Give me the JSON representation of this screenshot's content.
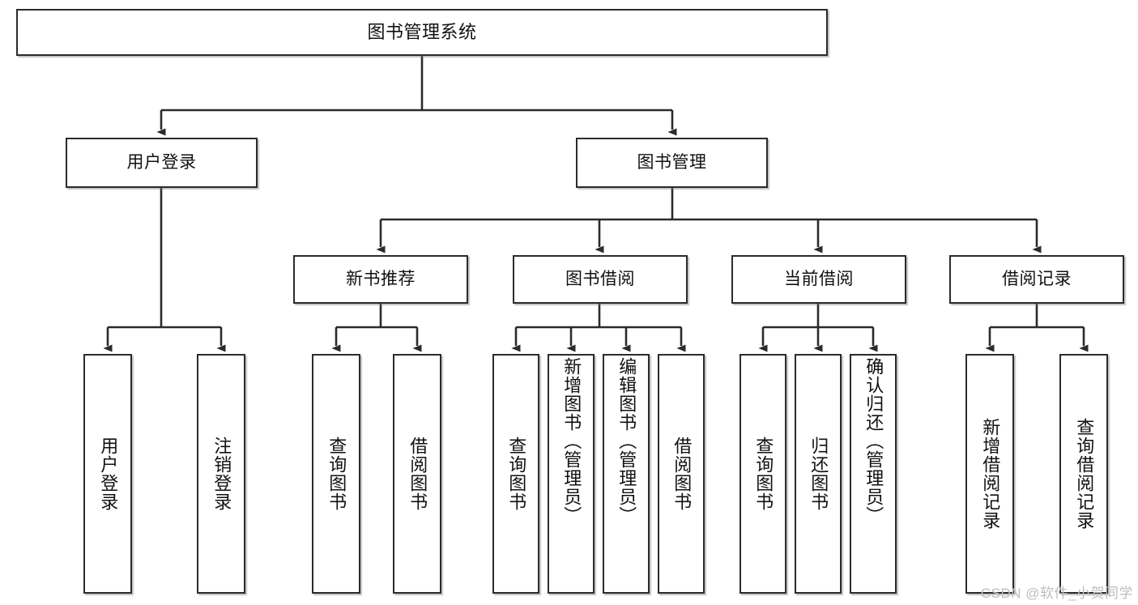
{
  "diagram": {
    "title": "图书管理系统",
    "type": "tree-hierarchy-chart",
    "watermark": "CSDN @软件_小贺同学",
    "colors": {
      "stroke": "#2b2b2b",
      "fill": "#ffffff",
      "text": "#111111",
      "watermark": "#bdbdbd"
    },
    "levels": {
      "root": {
        "label": "图书管理系统"
      },
      "level2": [
        {
          "id": "user-login",
          "label": "用户登录"
        },
        {
          "id": "book-manage",
          "label": "图书管理"
        }
      ],
      "level3": [
        {
          "id": "new-book-recommend",
          "label": "新书推荐"
        },
        {
          "id": "book-borrow",
          "label": "图书借阅"
        },
        {
          "id": "current-borrow",
          "label": "当前借阅"
        },
        {
          "id": "borrow-record",
          "label": "借阅记录"
        }
      ],
      "leaves": {
        "user_login": [
          {
            "id": "leaf-user-login",
            "label": "用户登录"
          },
          {
            "id": "leaf-logout-login",
            "label": "注销登录"
          }
        ],
        "new_book_recommend": [
          {
            "id": "leaf-query-book-1",
            "label": "查询图书"
          },
          {
            "id": "leaf-borrow-book-1",
            "label": "借阅图书"
          }
        ],
        "book_borrow": [
          {
            "id": "leaf-query-book-2",
            "label": "查询图书"
          },
          {
            "id": "leaf-add-book",
            "label": "新增图书（管理员）"
          },
          {
            "id": "leaf-edit-book",
            "label": "编辑图书（管理员）"
          },
          {
            "id": "leaf-borrow-book-2",
            "label": "借阅图书"
          }
        ],
        "current_borrow": [
          {
            "id": "leaf-query-book-3",
            "label": "查询图书"
          },
          {
            "id": "leaf-return-book",
            "label": "归还图书"
          },
          {
            "id": "leaf-confirm-return",
            "label": "确认归还（管理员）"
          }
        ],
        "borrow_record": [
          {
            "id": "leaf-add-record",
            "label": "新增借阅记录"
          },
          {
            "id": "leaf-query-record",
            "label": "查询借阅记录"
          }
        ]
      }
    }
  }
}
